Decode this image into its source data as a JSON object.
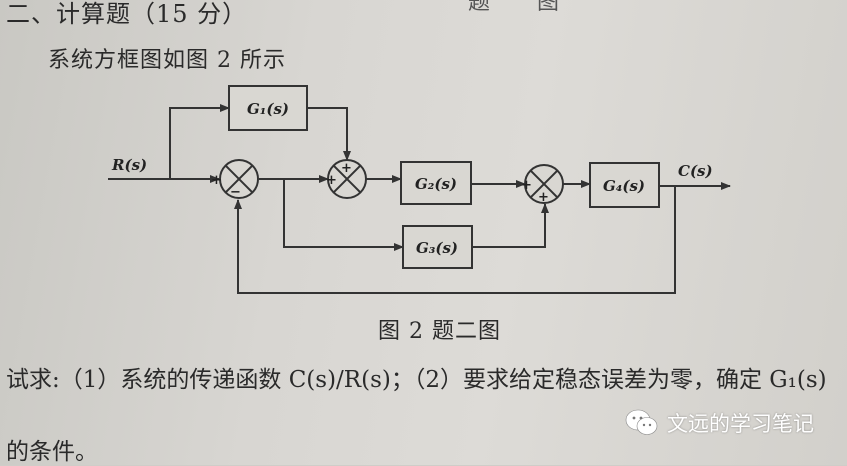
{
  "heading": "二、计算题（15 分）",
  "top_right_fragment": "题 图",
  "intro": "系统方框图如图 2 所示",
  "diagram": {
    "input_label": "R(s)",
    "output_label": "C(s)",
    "blocks": {
      "g1": "G₁(s)",
      "g2": "G₂(s)",
      "g3": "G₃(s)",
      "g4": "G₄(s)"
    },
    "signs": {
      "plus": "+",
      "minus": "−"
    }
  },
  "caption": "图 2 题二图",
  "question_line1": "试求:（1）系统的传递函数 C(s)/R(s)；（2）要求给定稳态误差为零，确定 G₁(s)",
  "question_line2": "的条件。",
  "watermark": {
    "icon": "wechat-icon",
    "text": "文远的学习笔记"
  }
}
